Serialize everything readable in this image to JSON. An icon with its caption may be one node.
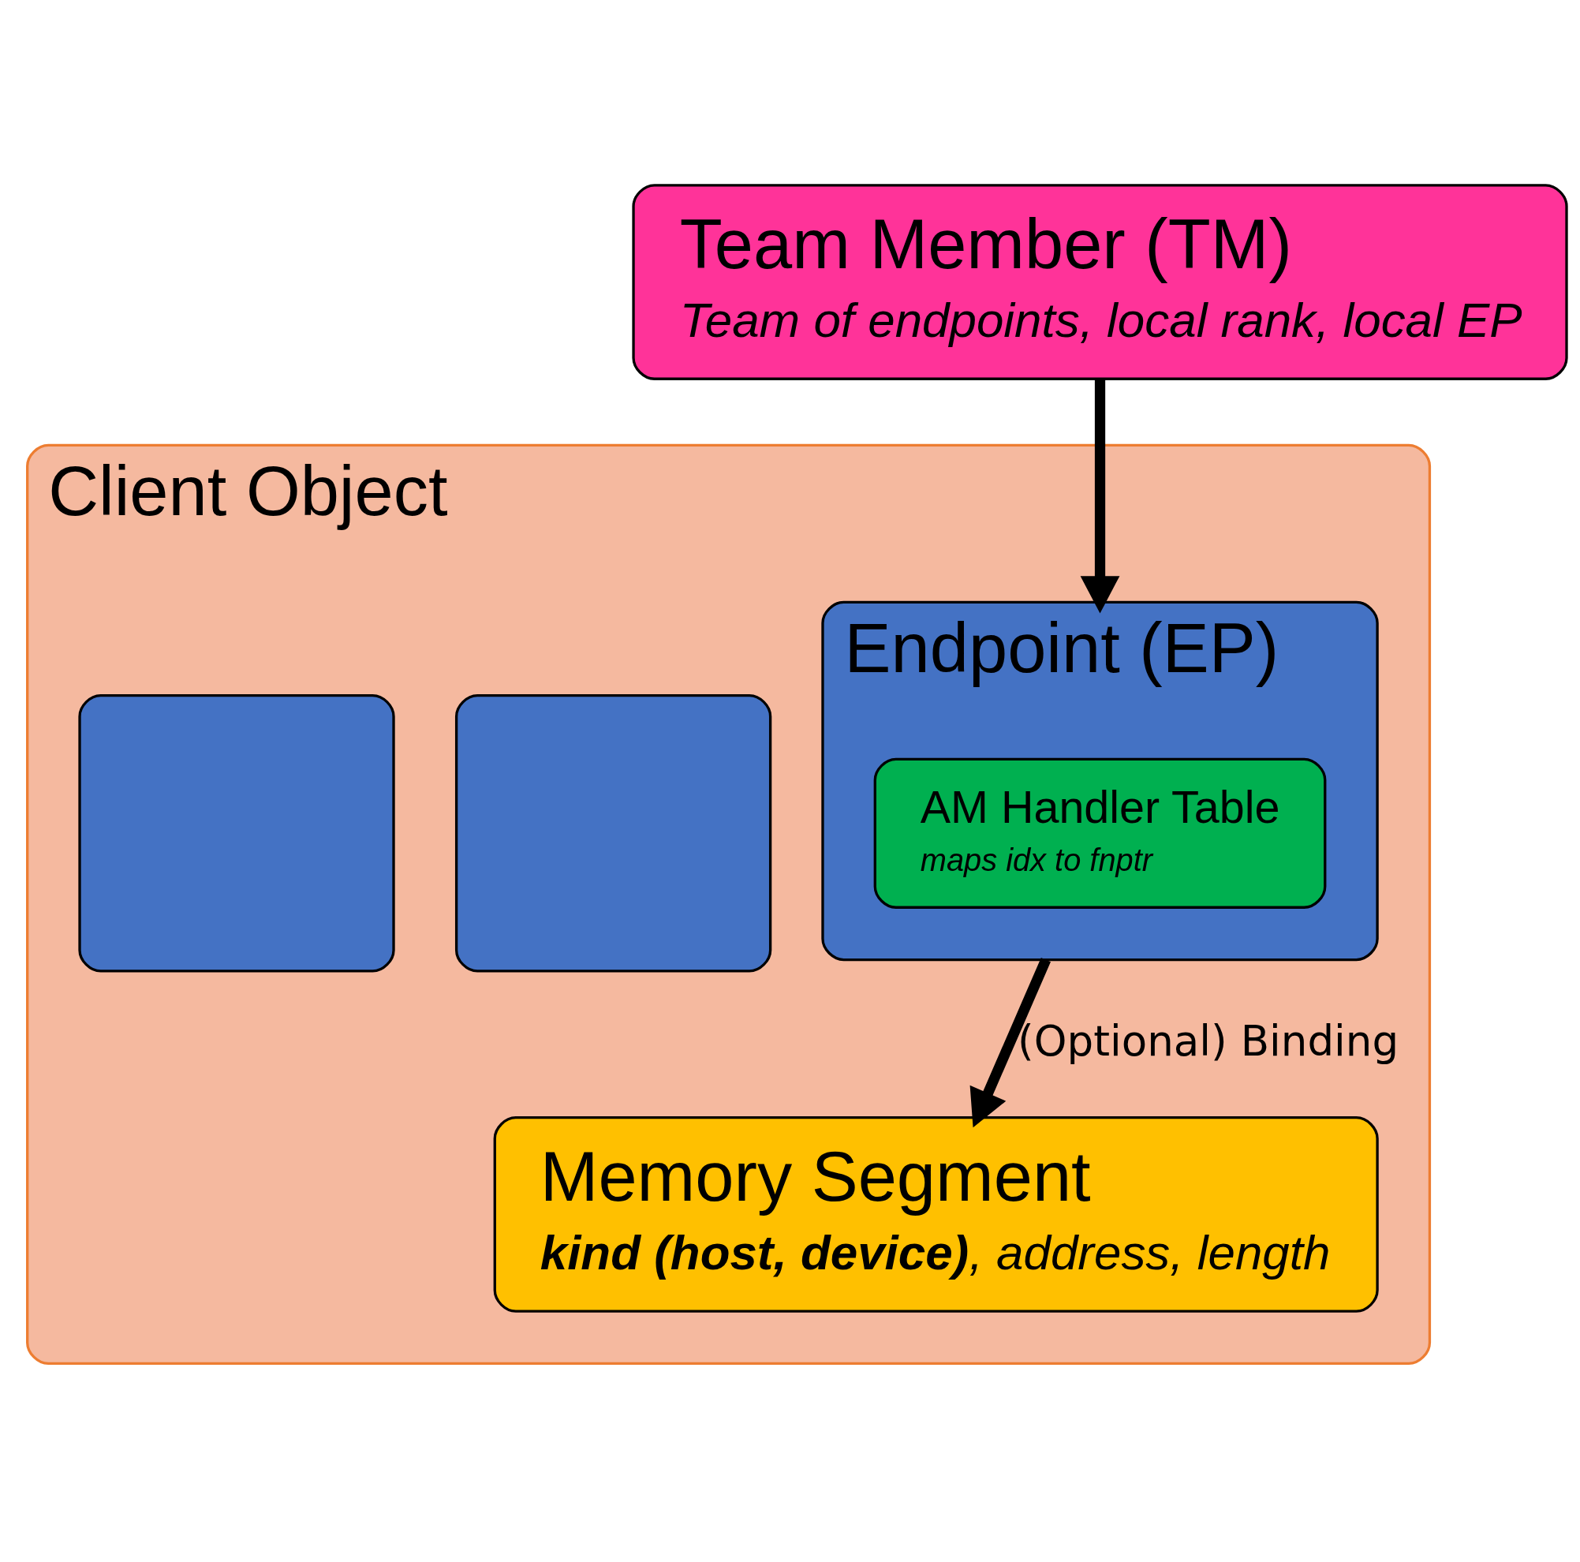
{
  "diagram": {
    "nodes": [
      {
        "text": [
          "Team Member (TM)",
          "Team of endpoints, local rank, local EP"
        ]
      },
      {
        "text": [
          "Client Object"
        ]
      },
      {
        "text": [],
        "shape": "box",
        "in": 1
      },
      {
        "text": [],
        "shape": "box",
        "in": 1
      },
      {
        "text": [
          "Endpoint (EP)"
        ],
        "in": 1
      },
      {
        "text": [
          "AM Handler Table",
          "maps idx to fnptr"
        ],
        "in": 4
      },
      {
        "text": [
          "Memory Segment",
          "**kind (host, device)**, address, length"
        ],
        "in": 1
      }
    ],
    "edges": [
      {
        "from": 0,
        "to": 4,
        "arrow": "to"
      },
      {
        "from": 4,
        "to": 6,
        "arrow": "to",
        "label": "(Optional) Binding"
      }
    ]
  }
}
